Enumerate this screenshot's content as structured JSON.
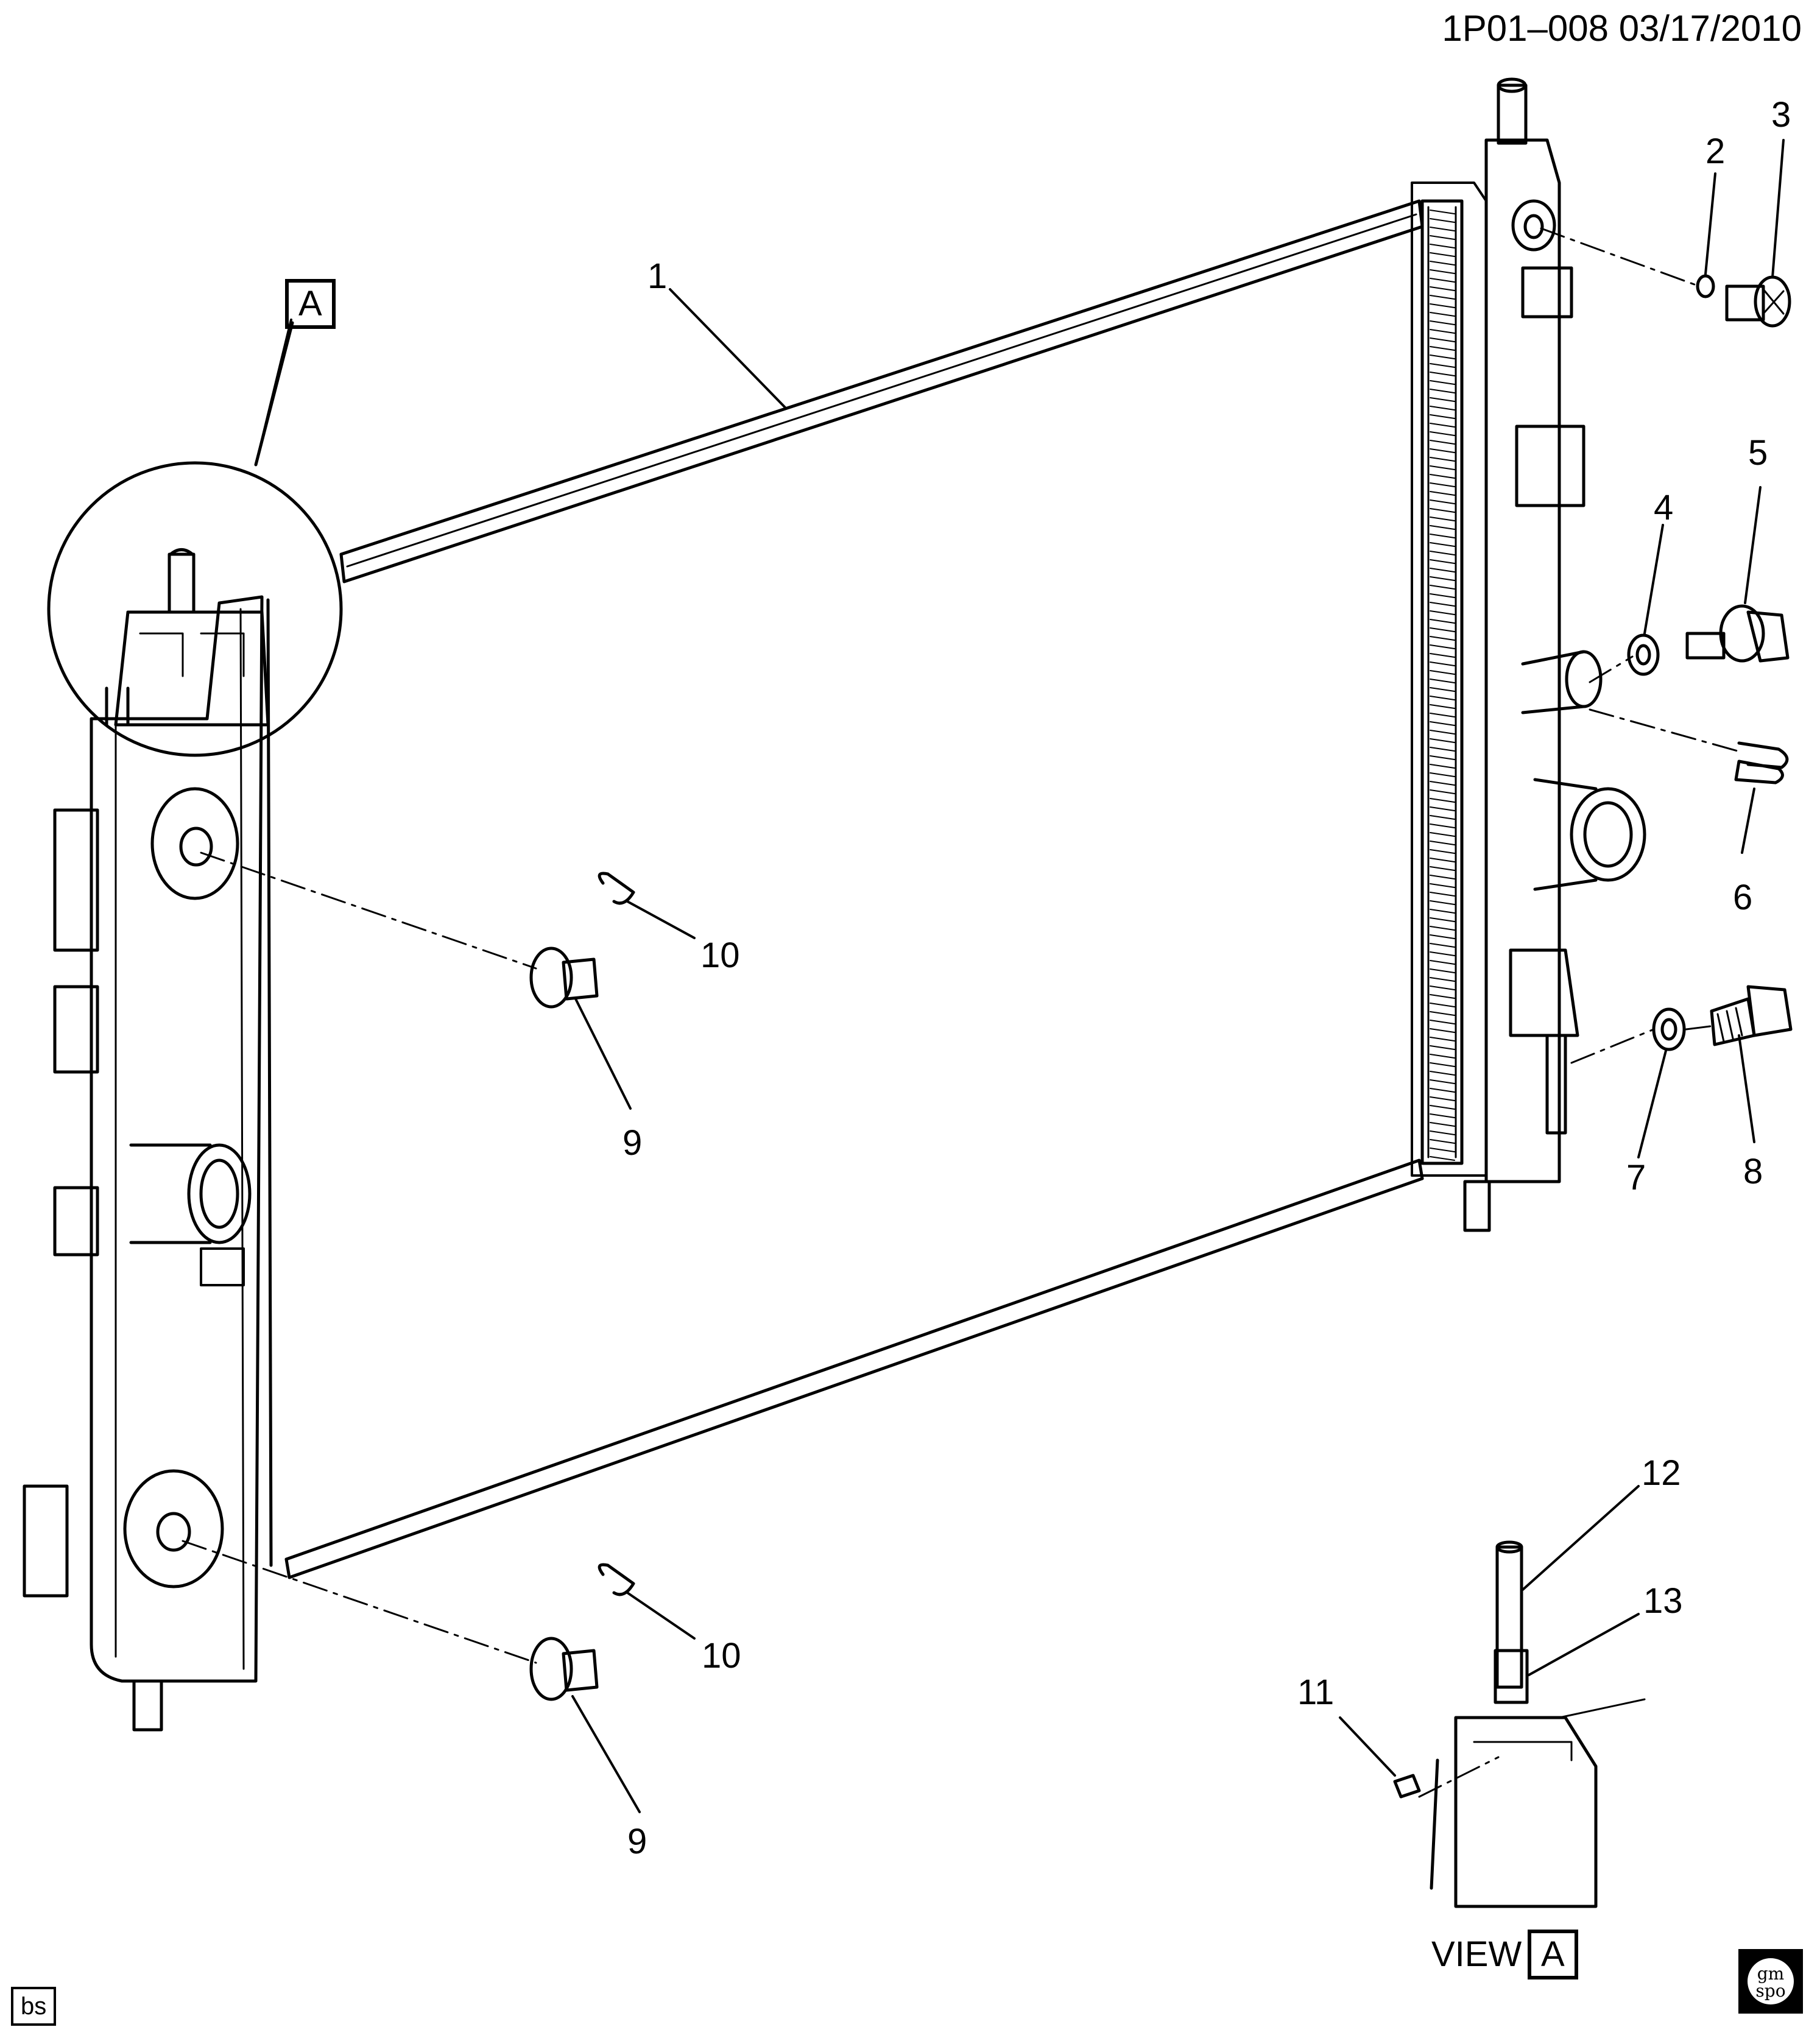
{
  "header": {
    "code": "1P01–008  03/17/2010"
  },
  "view_reference": {
    "detail_letter": "A",
    "view_label": "VIEW",
    "view_letter": "A"
  },
  "callouts": {
    "c1": "1",
    "c2": "2",
    "c3": "3",
    "c4": "4",
    "c5": "5",
    "c6": "6",
    "c7": "7",
    "c8": "8",
    "c9_upper": "9",
    "c9_lower": "9",
    "c10_upper": "10",
    "c10_lower": "10",
    "c11": "11",
    "c12": "12",
    "c13": "13"
  },
  "footer": {
    "artist_code": "bs",
    "logo_text": "gm spo"
  }
}
